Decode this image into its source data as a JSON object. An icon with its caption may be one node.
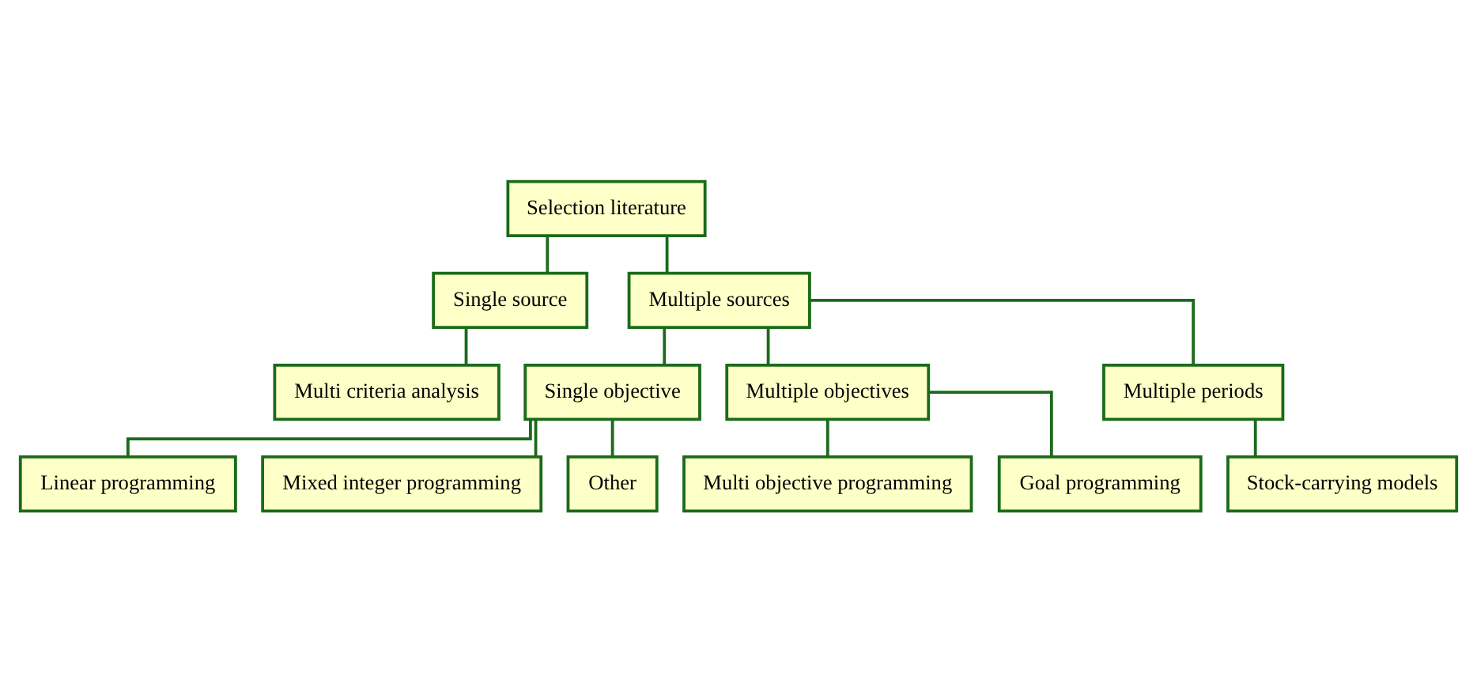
{
  "diagram": {
    "nodes": [
      {
        "text": [
          "Selection literature"
        ]
      },
      {
        "text": [
          "Single source"
        ]
      },
      {
        "text": [
          "Multiple sources"
        ]
      },
      {
        "text": [
          "Multi criteria analysis"
        ]
      },
      {
        "text": [
          "Single objective"
        ]
      },
      {
        "text": [
          "Multiple objectives"
        ]
      },
      {
        "text": [
          "Multiple periods"
        ]
      },
      {
        "text": [
          "Linear programming"
        ]
      },
      {
        "text": [
          "Mixed integer programming"
        ]
      },
      {
        "text": [
          "Other"
        ]
      },
      {
        "text": [
          "Multi objective programming"
        ]
      },
      {
        "text": [
          "Goal programming"
        ]
      },
      {
        "text": [
          "Stock-carrying models"
        ]
      }
    ],
    "edges": [
      {
        "from": 0,
        "to": 1,
        "arrow": "none"
      },
      {
        "from": 0,
        "to": 2,
        "arrow": "none"
      },
      {
        "from": 1,
        "to": 3,
        "arrow": "none"
      },
      {
        "from": 2,
        "to": 4,
        "arrow": "none"
      },
      {
        "from": 2,
        "to": 5,
        "arrow": "none"
      },
      {
        "from": 2,
        "to": 6,
        "arrow": "none"
      },
      {
        "from": 4,
        "to": 7,
        "arrow": "none"
      },
      {
        "from": 4,
        "to": 8,
        "arrow": "none"
      },
      {
        "from": 4,
        "to": 9,
        "arrow": "none"
      },
      {
        "from": 5,
        "to": 10,
        "arrow": "none"
      },
      {
        "from": 5,
        "to": 11,
        "arrow": "none"
      },
      {
        "from": 6,
        "to": 12,
        "arrow": "none"
      }
    ]
  }
}
